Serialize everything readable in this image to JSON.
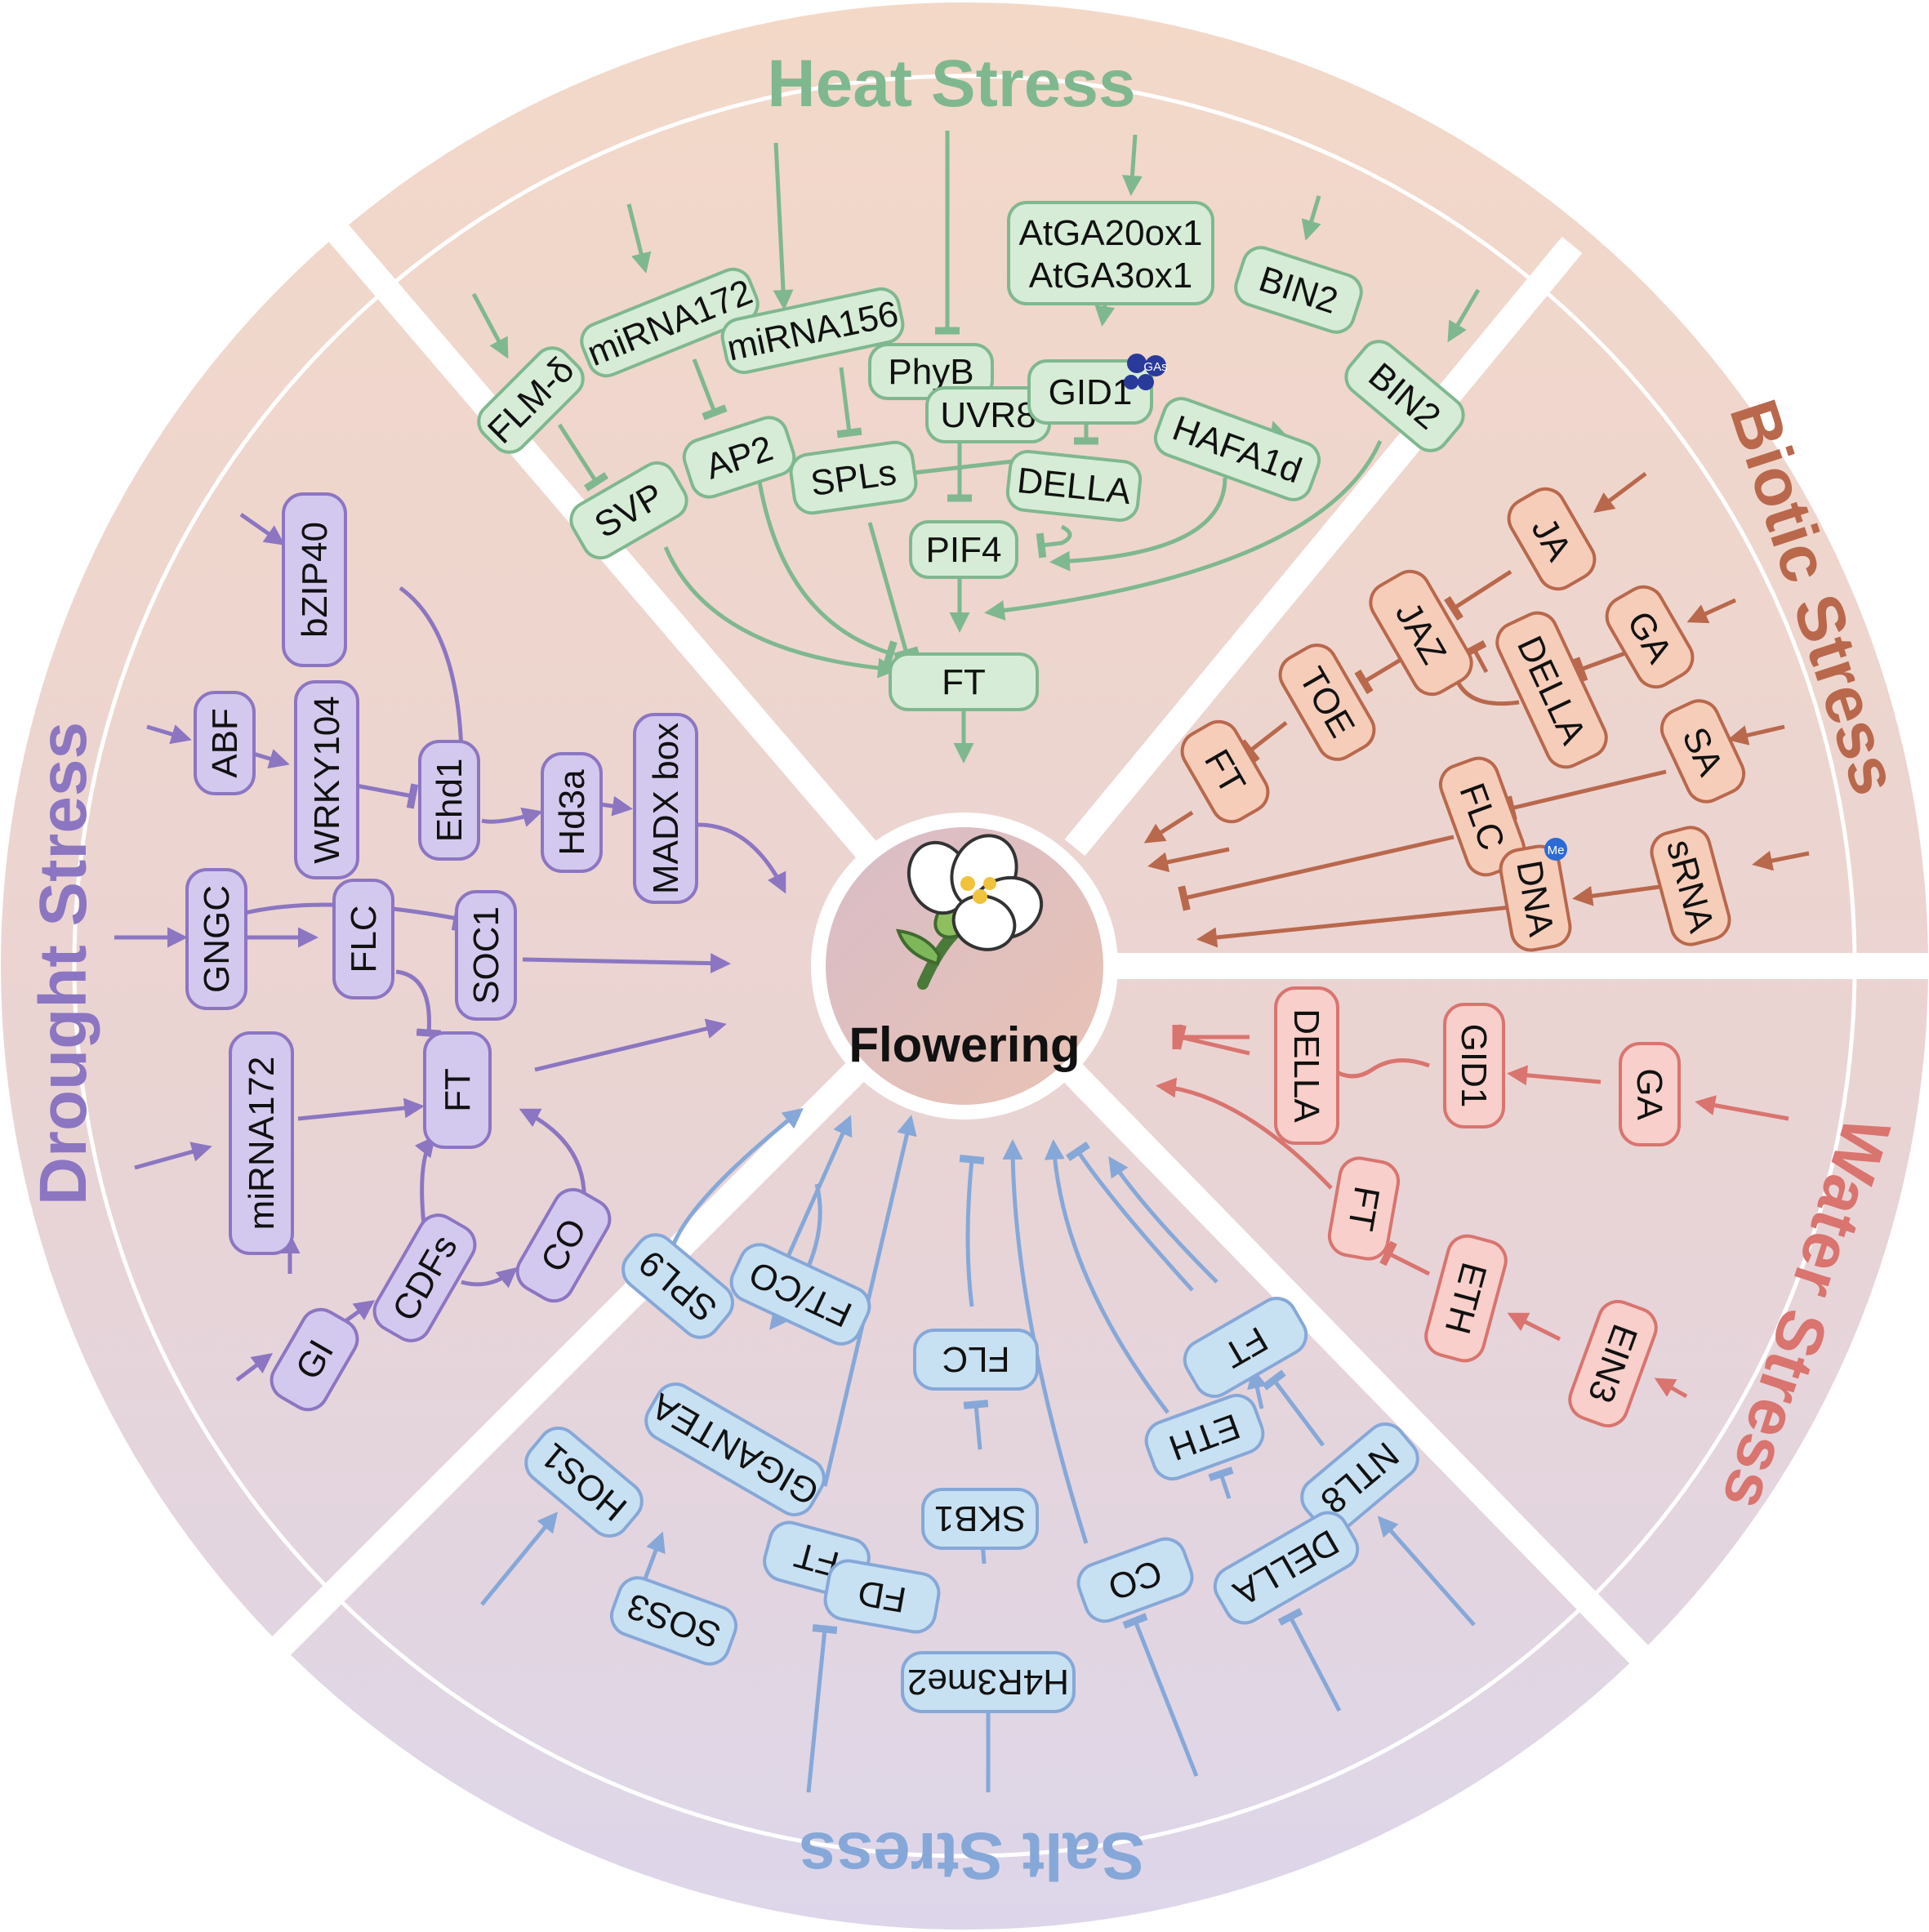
{
  "center": {
    "label": "Flowering"
  },
  "colors": {
    "heat": "#7fb88f",
    "heat_fill": "#d6ecd6",
    "biotic": "#b9684c",
    "biotic_fill": "#f6cdb9",
    "water": "#d9746f",
    "water_fill": "#f8cfca",
    "salt": "#86a8d8",
    "salt_fill": "#c7e1f2",
    "drought": "#8c76c2",
    "drought_fill": "#d3c9ee"
  },
  "sections": {
    "heat": {
      "title": "Heat Stress",
      "nodes": [
        "FLM-δ",
        "miRNA172",
        "miRNA156",
        "PhyB",
        "UVR8",
        "AtGA20ox1",
        "AtGA3ox1",
        "GID1",
        "BIN2",
        "BIN2",
        "HAFA1d",
        "SVP",
        "AP2",
        "SPLs",
        "DELLA",
        "PIF4",
        "FT"
      ],
      "gas_label": "GAs"
    },
    "biotic": {
      "title": "Biotic Stress",
      "nodes": [
        "JA",
        "JAZ",
        "GA",
        "DELLA",
        "TOE",
        "FT",
        "SA",
        "FLC",
        "sRNA",
        "DNA"
      ],
      "me_label": "Me"
    },
    "water": {
      "title": "Water Stress",
      "nodes": [
        "DELLA",
        "GID1",
        "GA",
        "FT",
        "ETH",
        "EIN3"
      ]
    },
    "salt": {
      "title": "Salt Stress",
      "nodes": [
        "SPL9",
        "FT/CO",
        "FLC",
        "FT",
        "HOS1",
        "GIGANTEA",
        "ETH",
        "NTL8",
        "SKB1",
        "FT",
        "FD",
        "CO",
        "DELLA",
        "SOS3",
        "H4R3me2"
      ]
    },
    "drought": {
      "title": "Drought Stress",
      "nodes": [
        "bZIP40",
        "ABF",
        "WRKY104",
        "Ehd1",
        "Hd3a",
        "MADX box",
        "GNGC",
        "FLC",
        "SOC1",
        "miRNA172",
        "FT",
        "CDFs",
        "CO",
        "GI"
      ]
    }
  }
}
